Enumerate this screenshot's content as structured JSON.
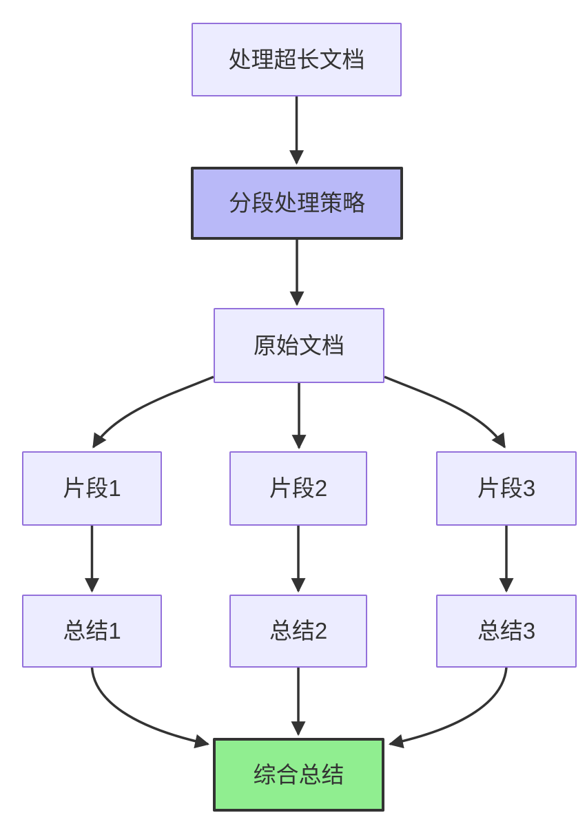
{
  "diagram": {
    "type": "flowchart",
    "direction": "top-down",
    "colors": {
      "background": "#ffffff",
      "node_fill": "#ECECFF",
      "node_border": "#9370DB",
      "emphasis_fill": "#B9B9F8",
      "emphasis_border": "#333333",
      "result_fill": "#90EE90",
      "result_border": "#333333",
      "edge_stroke": "#333333",
      "text_color": "#333333"
    },
    "nodes": [
      {
        "id": "A",
        "label": "处理超长文档",
        "style": "default"
      },
      {
        "id": "B",
        "label": "分段处理策略",
        "style": "emphasis"
      },
      {
        "id": "C",
        "label": "原始文档",
        "style": "default"
      },
      {
        "id": "D1",
        "label": "片段1",
        "style": "default"
      },
      {
        "id": "D2",
        "label": "片段2",
        "style": "default"
      },
      {
        "id": "D3",
        "label": "片段3",
        "style": "default"
      },
      {
        "id": "E1",
        "label": "总结1",
        "style": "default"
      },
      {
        "id": "E2",
        "label": "总结2",
        "style": "default"
      },
      {
        "id": "E3",
        "label": "总结3",
        "style": "default"
      },
      {
        "id": "F",
        "label": "综合总结",
        "style": "result"
      }
    ],
    "edges": [
      {
        "from": "处理超长文档",
        "to": "分段处理策略"
      },
      {
        "from": "分段处理策略",
        "to": "原始文档"
      },
      {
        "from": "原始文档",
        "to": "片段1"
      },
      {
        "from": "原始文档",
        "to": "片段2"
      },
      {
        "from": "原始文档",
        "to": "片段3"
      },
      {
        "from": "片段1",
        "to": "总结1"
      },
      {
        "from": "片段2",
        "to": "总结2"
      },
      {
        "from": "片段3",
        "to": "总结3"
      },
      {
        "from": "总结1",
        "to": "综合总结"
      },
      {
        "from": "总结2",
        "to": "综合总结"
      },
      {
        "from": "总结3",
        "to": "综合总结"
      }
    ]
  }
}
